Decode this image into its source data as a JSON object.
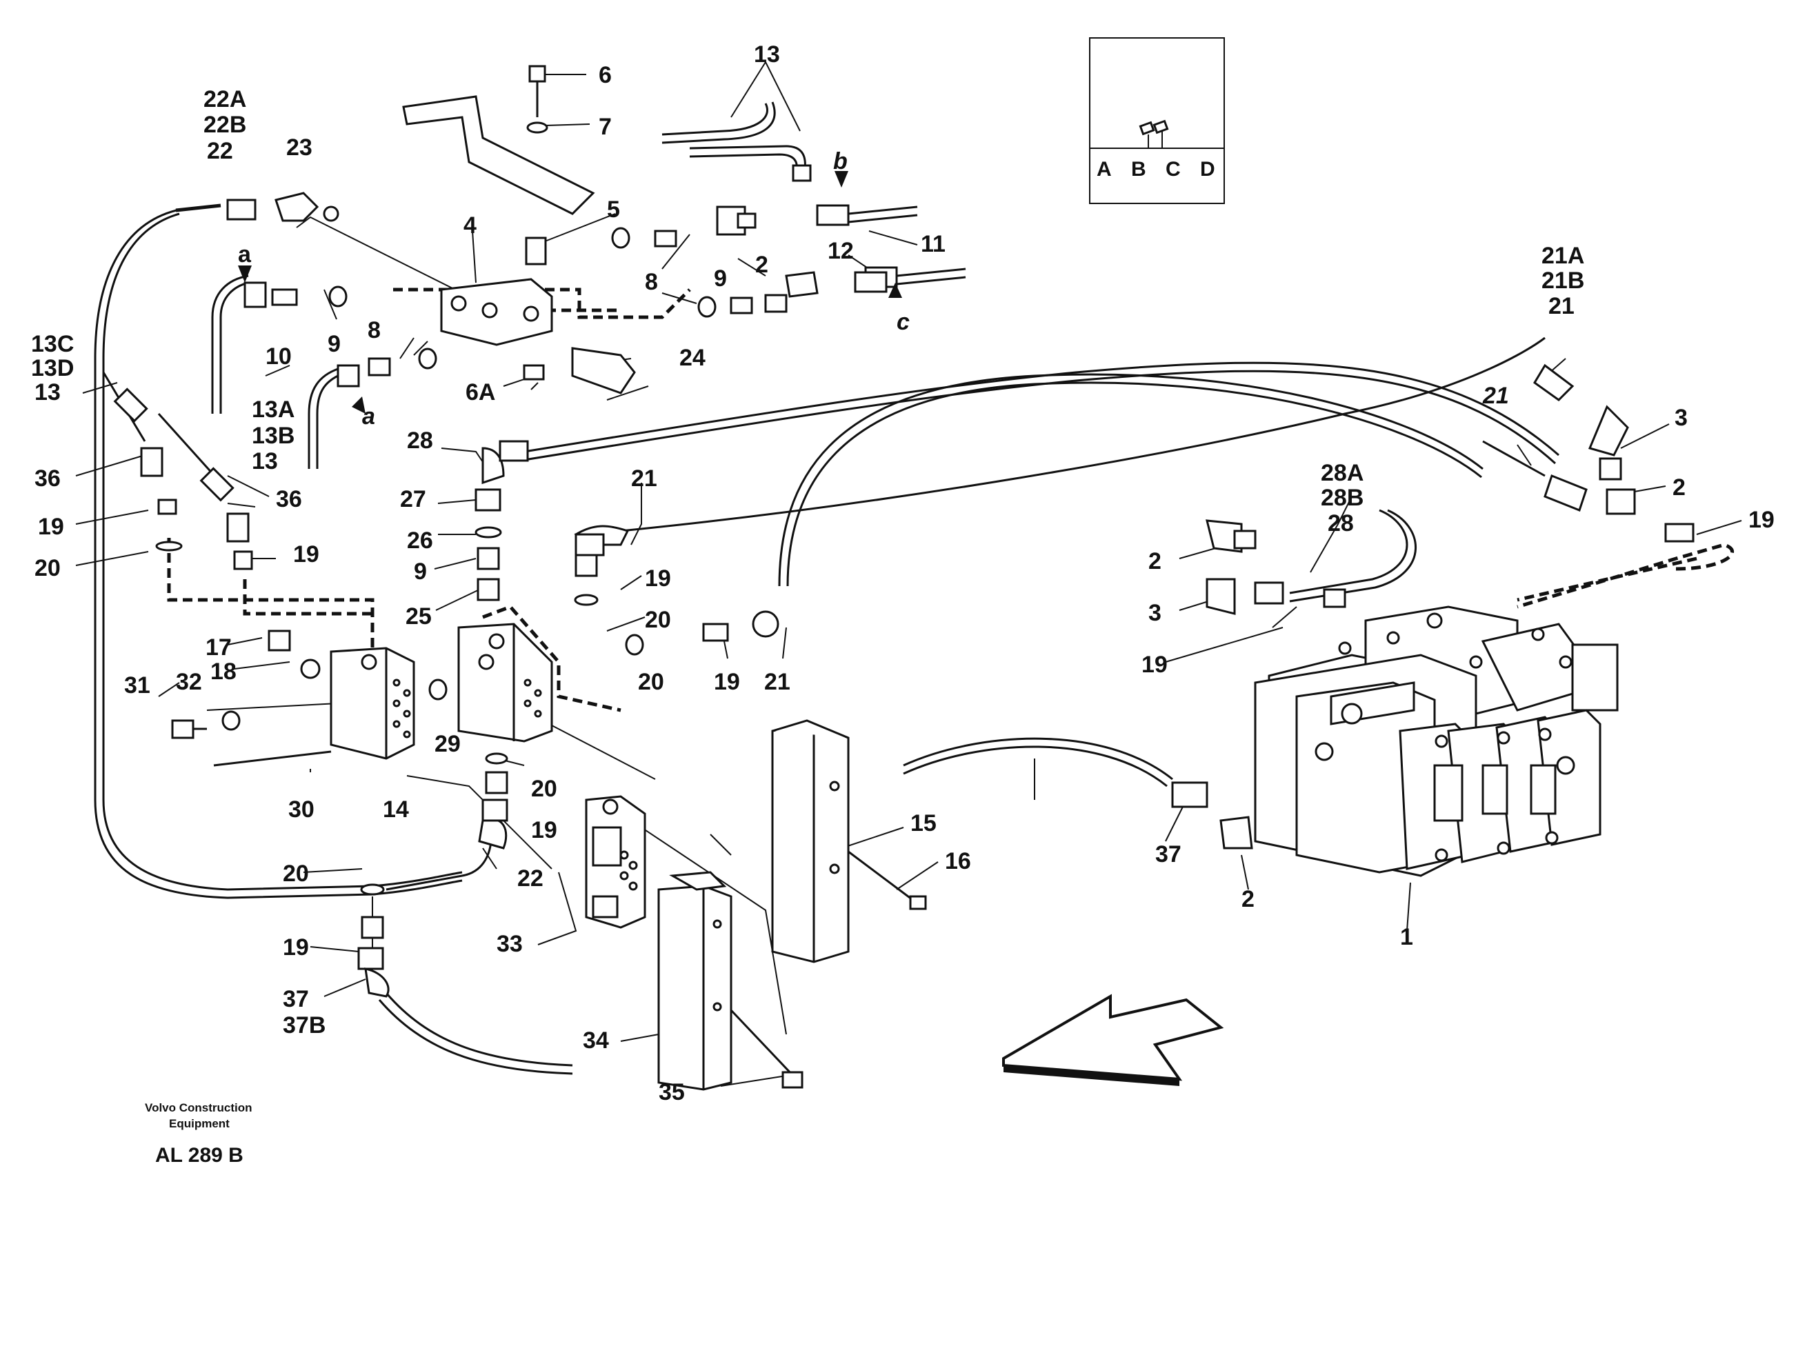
{
  "callouts": [
    {
      "t": "22A"
    },
    {
      "t": "22B"
    },
    {
      "t": "22"
    },
    {
      "t": "23"
    },
    {
      "t": "6"
    },
    {
      "t": "7"
    },
    {
      "t": "13"
    },
    {
      "t": "4"
    },
    {
      "t": "5"
    },
    {
      "t": "b"
    },
    {
      "t": "11"
    },
    {
      "t": "12"
    },
    {
      "t": "a"
    },
    {
      "t": "8"
    },
    {
      "t": "9"
    },
    {
      "t": "2"
    },
    {
      "t": "8"
    },
    {
      "t": "9"
    },
    {
      "t": "c"
    },
    {
      "t": "13C"
    },
    {
      "t": "13D"
    },
    {
      "t": "13"
    },
    {
      "t": "10"
    },
    {
      "t": "24"
    },
    {
      "t": "6A"
    },
    {
      "t": "13A"
    },
    {
      "t": "13B"
    },
    {
      "t": "a"
    },
    {
      "t": "21A"
    },
    {
      "t": "21B"
    },
    {
      "t": "21"
    },
    {
      "t": "3"
    },
    {
      "t": "36"
    },
    {
      "t": "13"
    },
    {
      "t": "36"
    },
    {
      "t": "28"
    },
    {
      "t": "21"
    },
    {
      "t": "2"
    },
    {
      "t": "19"
    },
    {
      "t": "28A"
    },
    {
      "t": "28B"
    },
    {
      "t": "28"
    },
    {
      "t": "19"
    },
    {
      "t": "20"
    },
    {
      "t": "27"
    },
    {
      "t": "26"
    },
    {
      "t": "9"
    },
    {
      "t": "25"
    },
    {
      "t": "21"
    },
    {
      "t": "19"
    },
    {
      "t": "20"
    },
    {
      "t": "19"
    },
    {
      "t": "2"
    },
    {
      "t": "3"
    },
    {
      "t": "19"
    },
    {
      "t": "17"
    },
    {
      "t": "18"
    },
    {
      "t": "31"
    },
    {
      "t": "32"
    },
    {
      "t": "29"
    },
    {
      "t": "20"
    },
    {
      "t": "19"
    },
    {
      "t": "21"
    },
    {
      "t": "30"
    },
    {
      "t": "14"
    },
    {
      "t": "20"
    },
    {
      "t": "19"
    },
    {
      "t": "15"
    },
    {
      "t": "16"
    },
    {
      "t": "37"
    },
    {
      "t": "2"
    },
    {
      "t": "20"
    },
    {
      "t": "22"
    },
    {
      "t": "33"
    },
    {
      "t": "1"
    },
    {
      "t": "19"
    },
    {
      "t": "37"
    },
    {
      "t": "37B"
    },
    {
      "t": "34"
    },
    {
      "t": "35"
    }
  ],
  "inset": {
    "labels": [
      "A",
      "B",
      "C",
      "D"
    ]
  },
  "footer": {
    "company_line1": "Volvo Construction",
    "company_line2": "Equipment",
    "reference": "AL 289 B"
  }
}
